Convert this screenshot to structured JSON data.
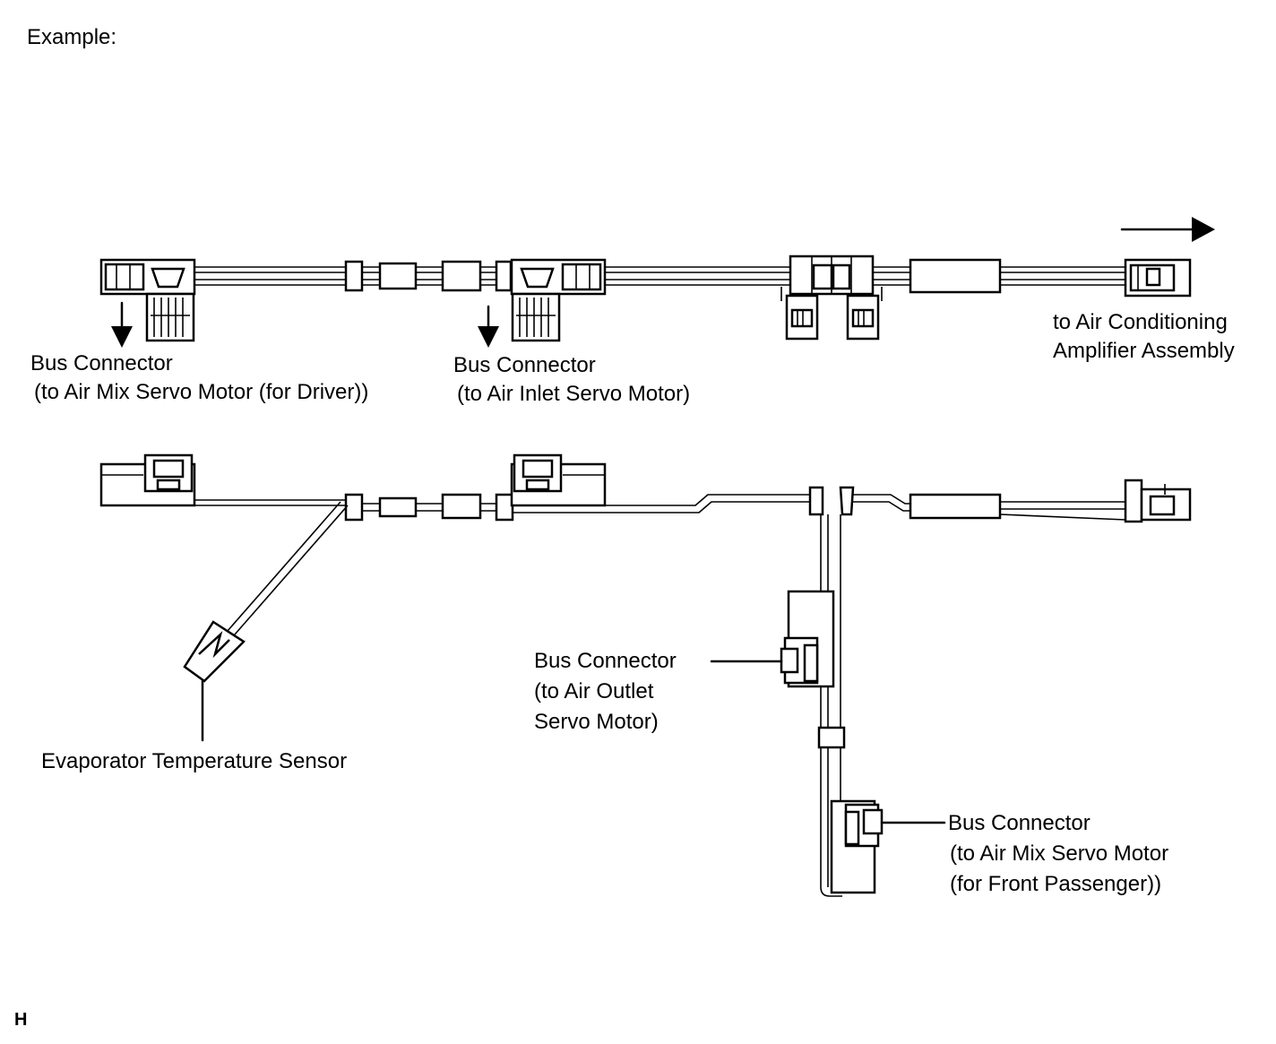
{
  "figure": {
    "example_label": "Example:",
    "corner_mark": "H"
  },
  "labels": {
    "top_left": {
      "line1": "Bus Connector",
      "line2": "(to Air Mix Servo Motor (for Driver))"
    },
    "top_middle": {
      "line1": "Bus Connector",
      "line2": "(to Air Inlet Servo Motor)"
    },
    "top_right": {
      "line1": "to Air Conditioning",
      "line2": "Amplifier Assembly"
    },
    "outlet": {
      "line1": "Bus Connector",
      "line2": "(to Air Outlet",
      "line3": "Servo Motor)"
    },
    "passenger": {
      "line1": "Bus Connector",
      "line2": "(to Air Mix Servo Motor",
      "line3": "(for Front Passenger))"
    },
    "sensor": {
      "line1": "Evaporator Temperature Sensor"
    }
  },
  "colors": {
    "line": "#000000",
    "background": "#ffffff"
  }
}
